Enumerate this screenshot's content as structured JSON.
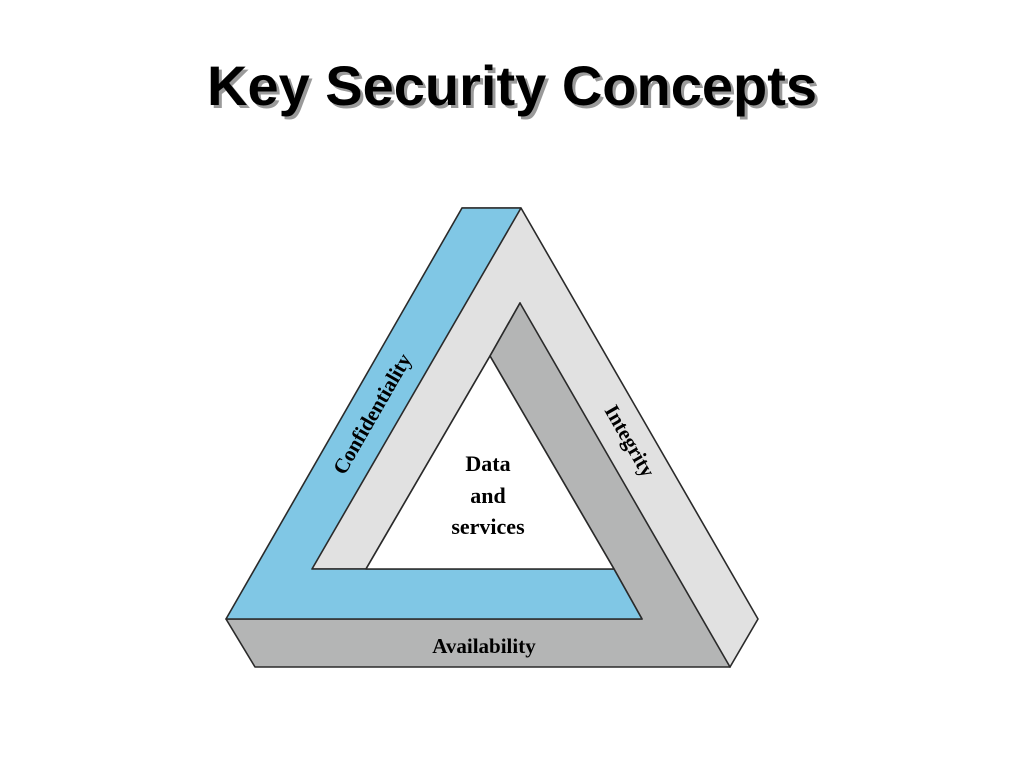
{
  "title": "Key Security Concepts",
  "triangle": {
    "sides": {
      "left": "Confidentiality",
      "right": "Integrity",
      "bottom": "Availability"
    },
    "center_lines": [
      "Data",
      "and",
      "services"
    ]
  },
  "colors": {
    "confidentiality": "#80c7e5",
    "integrity": "#e1e1e1",
    "availability": "#b4b5b5",
    "outline": "#2a2a2a",
    "title_shadow": "#9a9a9a"
  }
}
